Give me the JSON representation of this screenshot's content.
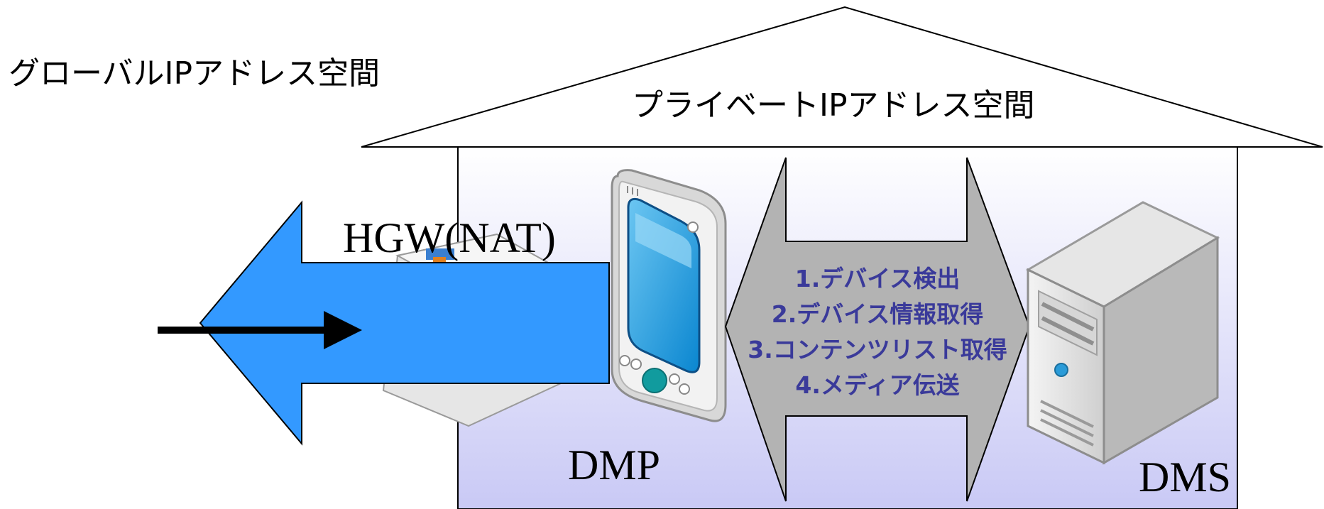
{
  "labels": {
    "global_space": "グローバルIPアドレス空間",
    "private_space": "プライベートIPアドレス空間",
    "hgw": "HGW(NAT)",
    "dmp": "DMP",
    "dms": "DMS"
  },
  "steps": [
    "1.デバイス検出",
    "2.デバイス情報取得",
    "3.コンテンツリスト取得",
    "4.メディア伝送"
  ],
  "colors": {
    "house_gradient_top": "#ffffff",
    "house_gradient_bottom": "#c9c9f5",
    "blue_arrow": "#3399ff",
    "gray_arrow": "#b3b3b3",
    "step_text": "#3a3a9a",
    "device_screen": "#1f9be0"
  },
  "icons": {
    "router": "router-icon",
    "handheld": "handheld-device-icon",
    "server": "server-tower-icon"
  }
}
